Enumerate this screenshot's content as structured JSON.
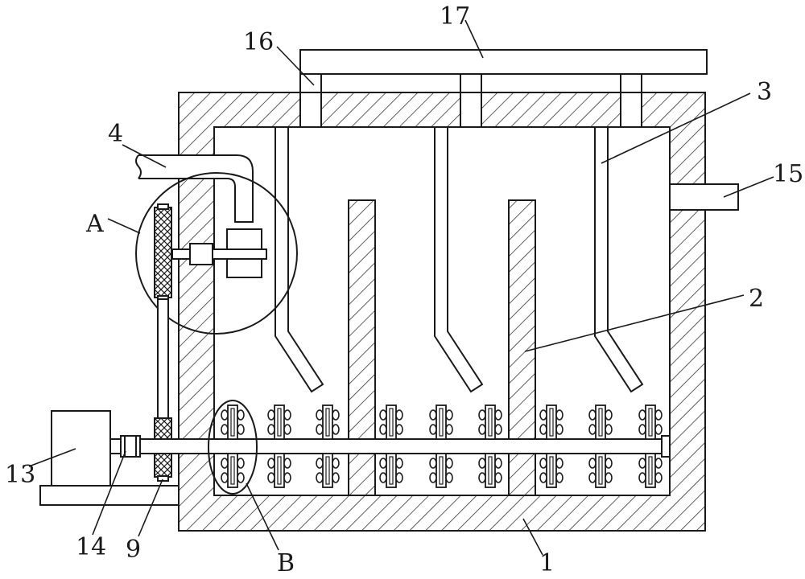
{
  "figure": {
    "labels": {
      "l1": "1",
      "l2": "2",
      "l3": "3",
      "l4": "4",
      "l9": "9",
      "l13": "13",
      "l14": "14",
      "l15": "15",
      "l16": "16",
      "l17": "17",
      "lA": "A",
      "lB": "B"
    }
  }
}
